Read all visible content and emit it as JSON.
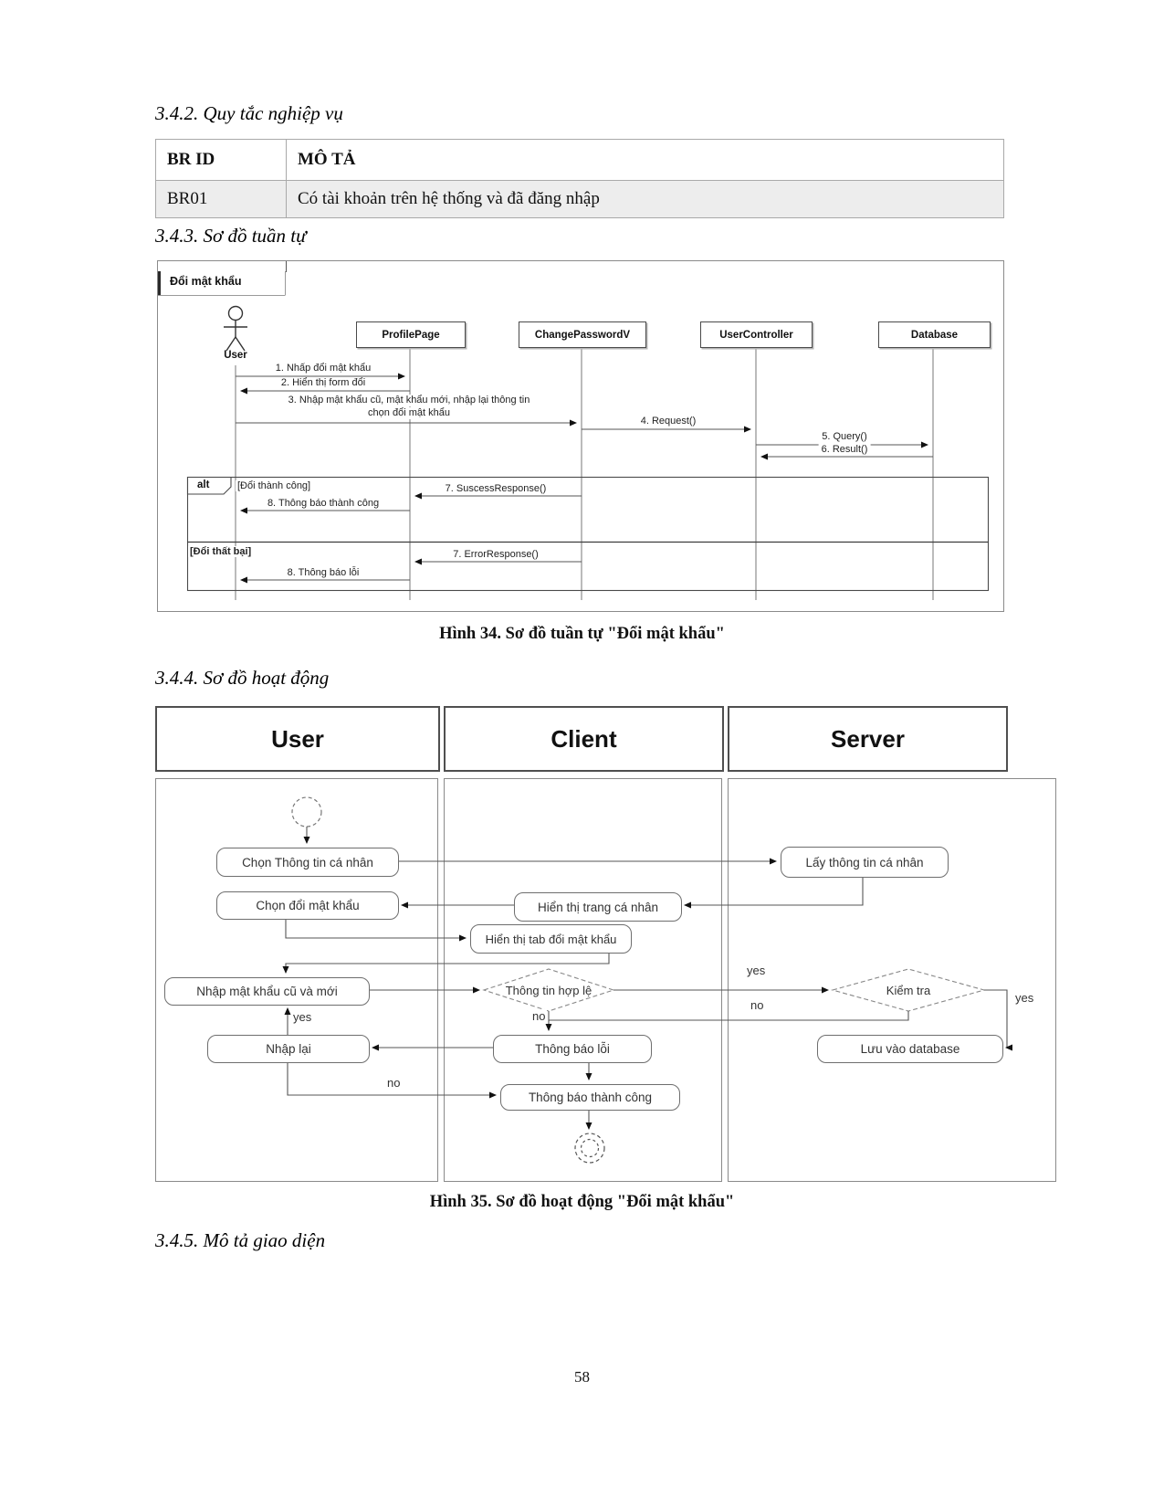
{
  "page": {
    "number": "58"
  },
  "sections": {
    "s342_heading": "3.4.2. Quy tắc nghiệp vụ",
    "s343_heading": "3.4.3. Sơ đồ tuần tự",
    "s344_heading": "3.4.4. Sơ đồ hoạt động",
    "s345_heading": "3.4.5. Mô tả giao diện"
  },
  "business_rules_table": {
    "headers": [
      "BR ID",
      "MÔ TẢ"
    ],
    "rows": [
      [
        "BR01",
        "Có tài khoản trên hệ thống và đã đăng nhập"
      ]
    ]
  },
  "sequence_diagram": {
    "title": "Đổi mật khẩu",
    "actor": "User",
    "lifelines": [
      "ProfilePage",
      "ChangePasswordV",
      "UserController",
      "Database"
    ],
    "messages": [
      "1. Nhấp đổi mật khẩu",
      "2. Hiển thị form đổi",
      "3. Nhập mật khẩu cũ, mật khẩu mới, nhập lại thông tin",
      "chọn đổi mật khẩu",
      "4. Request()",
      "5. Query()",
      "6. Result()",
      "7. SuscessResponse()",
      "8. Thông báo thành công",
      "7. ErrorResponse()",
      "8. Thông báo lỗi"
    ],
    "alt": {
      "label": "alt",
      "guard_success": "[Đổi thành công]",
      "guard_fail": "[Đổi thất bại]"
    },
    "caption": "Hình 34. Sơ đồ tuần tự \"Đổi mật khẩu\""
  },
  "activity_diagram": {
    "lanes": [
      "User",
      "Client",
      "Server"
    ],
    "nodes": {
      "u1": "Chọn Thông tin cá nhân",
      "u2": "Chọn đổi mật khẩu",
      "u3": "Nhập mật khẩu cũ và mới",
      "u4": "Nhập lại",
      "c1": "Hiển thị trang cá nhân",
      "c2": "Hiển thị tab đổi mật khẩu",
      "c3": "Thông báo lỗi",
      "c4": "Thông báo thành công",
      "s1": "Lấy thông tin cá nhân",
      "s2": "Lưu vào database",
      "d1": "Thông tin hợp lệ",
      "d2": "Kiểm tra"
    },
    "edge_labels": {
      "yes1": "yes",
      "no1": "no",
      "no2": "no",
      "yes2": "yes",
      "yes3": "yes",
      "no3": "no"
    },
    "caption": "Hình 35. Sơ đồ hoạt động \"Đổi mật khẩu\""
  }
}
